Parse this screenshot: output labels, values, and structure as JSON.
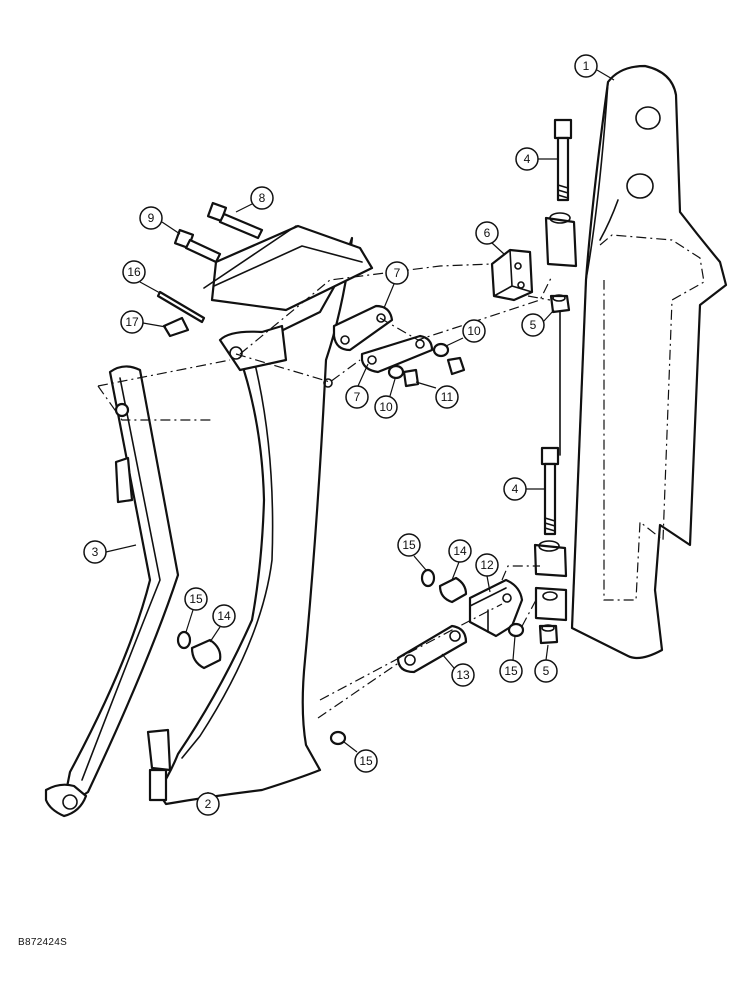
{
  "diagram": {
    "type": "exploded-parts-view",
    "document_code": "B872424S",
    "callouts": [
      {
        "id": "c1",
        "label": "1"
      },
      {
        "id": "c2",
        "label": "2"
      },
      {
        "id": "c3",
        "label": "3"
      },
      {
        "id": "c4a",
        "label": "4"
      },
      {
        "id": "c4b",
        "label": "4"
      },
      {
        "id": "c5a",
        "label": "5"
      },
      {
        "id": "c5b",
        "label": "5"
      },
      {
        "id": "c6",
        "label": "6"
      },
      {
        "id": "c7a",
        "label": "7"
      },
      {
        "id": "c7b",
        "label": "7"
      },
      {
        "id": "c8",
        "label": "8"
      },
      {
        "id": "c9",
        "label": "9"
      },
      {
        "id": "c10a",
        "label": "10"
      },
      {
        "id": "c10b",
        "label": "10"
      },
      {
        "id": "c11",
        "label": "11"
      },
      {
        "id": "c12",
        "label": "12"
      },
      {
        "id": "c13",
        "label": "13"
      },
      {
        "id": "c14a",
        "label": "14"
      },
      {
        "id": "c14b",
        "label": "14"
      },
      {
        "id": "c15a",
        "label": "15"
      },
      {
        "id": "c15b",
        "label": "15"
      },
      {
        "id": "c15c",
        "label": "15"
      },
      {
        "id": "c15d",
        "label": "15"
      },
      {
        "id": "c16",
        "label": "16"
      },
      {
        "id": "c17",
        "label": "17"
      }
    ]
  }
}
